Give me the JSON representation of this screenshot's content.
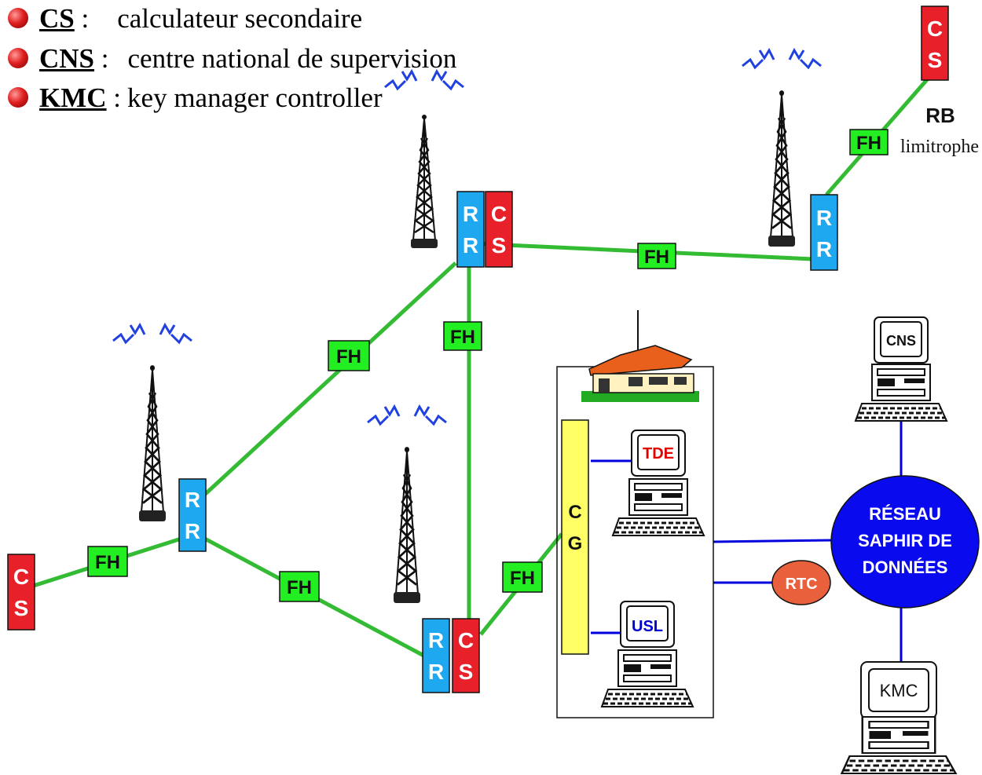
{
  "legend": [
    {
      "abbr": "CS",
      "sep": " :",
      "desc": "calculateur secondaire"
    },
    {
      "abbr": "CNS",
      "sep": " :",
      "desc": "centre national de supervision"
    },
    {
      "abbr": "KMC",
      "sep": " :",
      "desc": "key manager controller"
    }
  ],
  "labels": {
    "fh": "FH",
    "rr_top": "R",
    "rr_bottom": "R",
    "cs_top": "C",
    "cs_bottom": "S",
    "cg_top": "C",
    "cg_bottom": "G",
    "rb": "RB",
    "limitrophe": "limitrophe",
    "tde": "TDE",
    "usl": "USL",
    "cns": "CNS",
    "kmc": "KMC",
    "rtc": "RTC",
    "reseau_line1": "RÉSEAU",
    "reseau_line2": "SAPHIR DE",
    "reseau_line3": "DONNÉES"
  },
  "colors": {
    "link_green": "#33bb33",
    "link_blue": "#0000dd",
    "rr_blue": "#1ea8f0",
    "cs_red": "#e8202a",
    "fh_green": "#22ee22",
    "cg_yellow": "#ffff66",
    "reseau_blue": "#0a0aee",
    "rtc_orange": "#e8603c",
    "antenna_blue": "#2040e0"
  }
}
